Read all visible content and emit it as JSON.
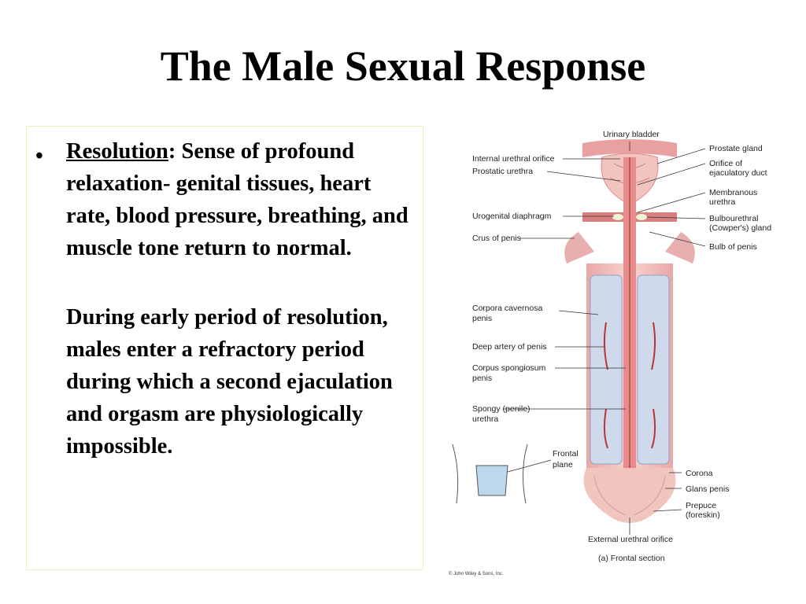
{
  "slide": {
    "title": "The Male Sexual Response",
    "bullet": {
      "term": "Resolution",
      "colon": ":",
      "text": " Sense of profound relaxation- genital tissues, heart rate, blood pressure, breathing, and muscle tone return to normal.",
      "continuation": "During early period of resolution, males enter a refractory period during which a second ejaculation and orgasm are physiologically impossible."
    }
  },
  "figure": {
    "labels_left": {
      "internal_orifice": "Internal urethral orifice",
      "prostatic_urethra": "Prostatic urethra",
      "urogenital": "Urogenital diaphragm",
      "crus": "Crus of penis",
      "cavernosa_1": "Corpora cavernosa",
      "cavernosa_2": "penis",
      "deep_artery": "Deep artery of penis",
      "spongiosum_1": "Corpus spongiosum",
      "spongiosum_2": "penis",
      "spongy_1": "Spongy (penile)",
      "spongy_2": "urethra"
    },
    "labels_right": {
      "prostate": "Prostate gland",
      "orifice_1": "Orifice of",
      "orifice_2": "ejaculatory duct",
      "membranous_1": "Membranous",
      "membranous_2": "urethra",
      "bulbo_1": "Bulbourethral",
      "bulbo_2": "(Cowper's) gland",
      "bulb": "Bulb of penis",
      "corona": "Corona",
      "glans": "Glans penis",
      "prepuce_1": "Prepuce",
      "prepuce_2": "(foreskin)"
    },
    "label_top": "Urinary bladder",
    "label_external": "External urethral orifice",
    "caption": "(a) Frontal section",
    "inset_1": "Frontal",
    "inset_2": "plane",
    "copyright": "© John Wiley & Sons, Inc."
  }
}
